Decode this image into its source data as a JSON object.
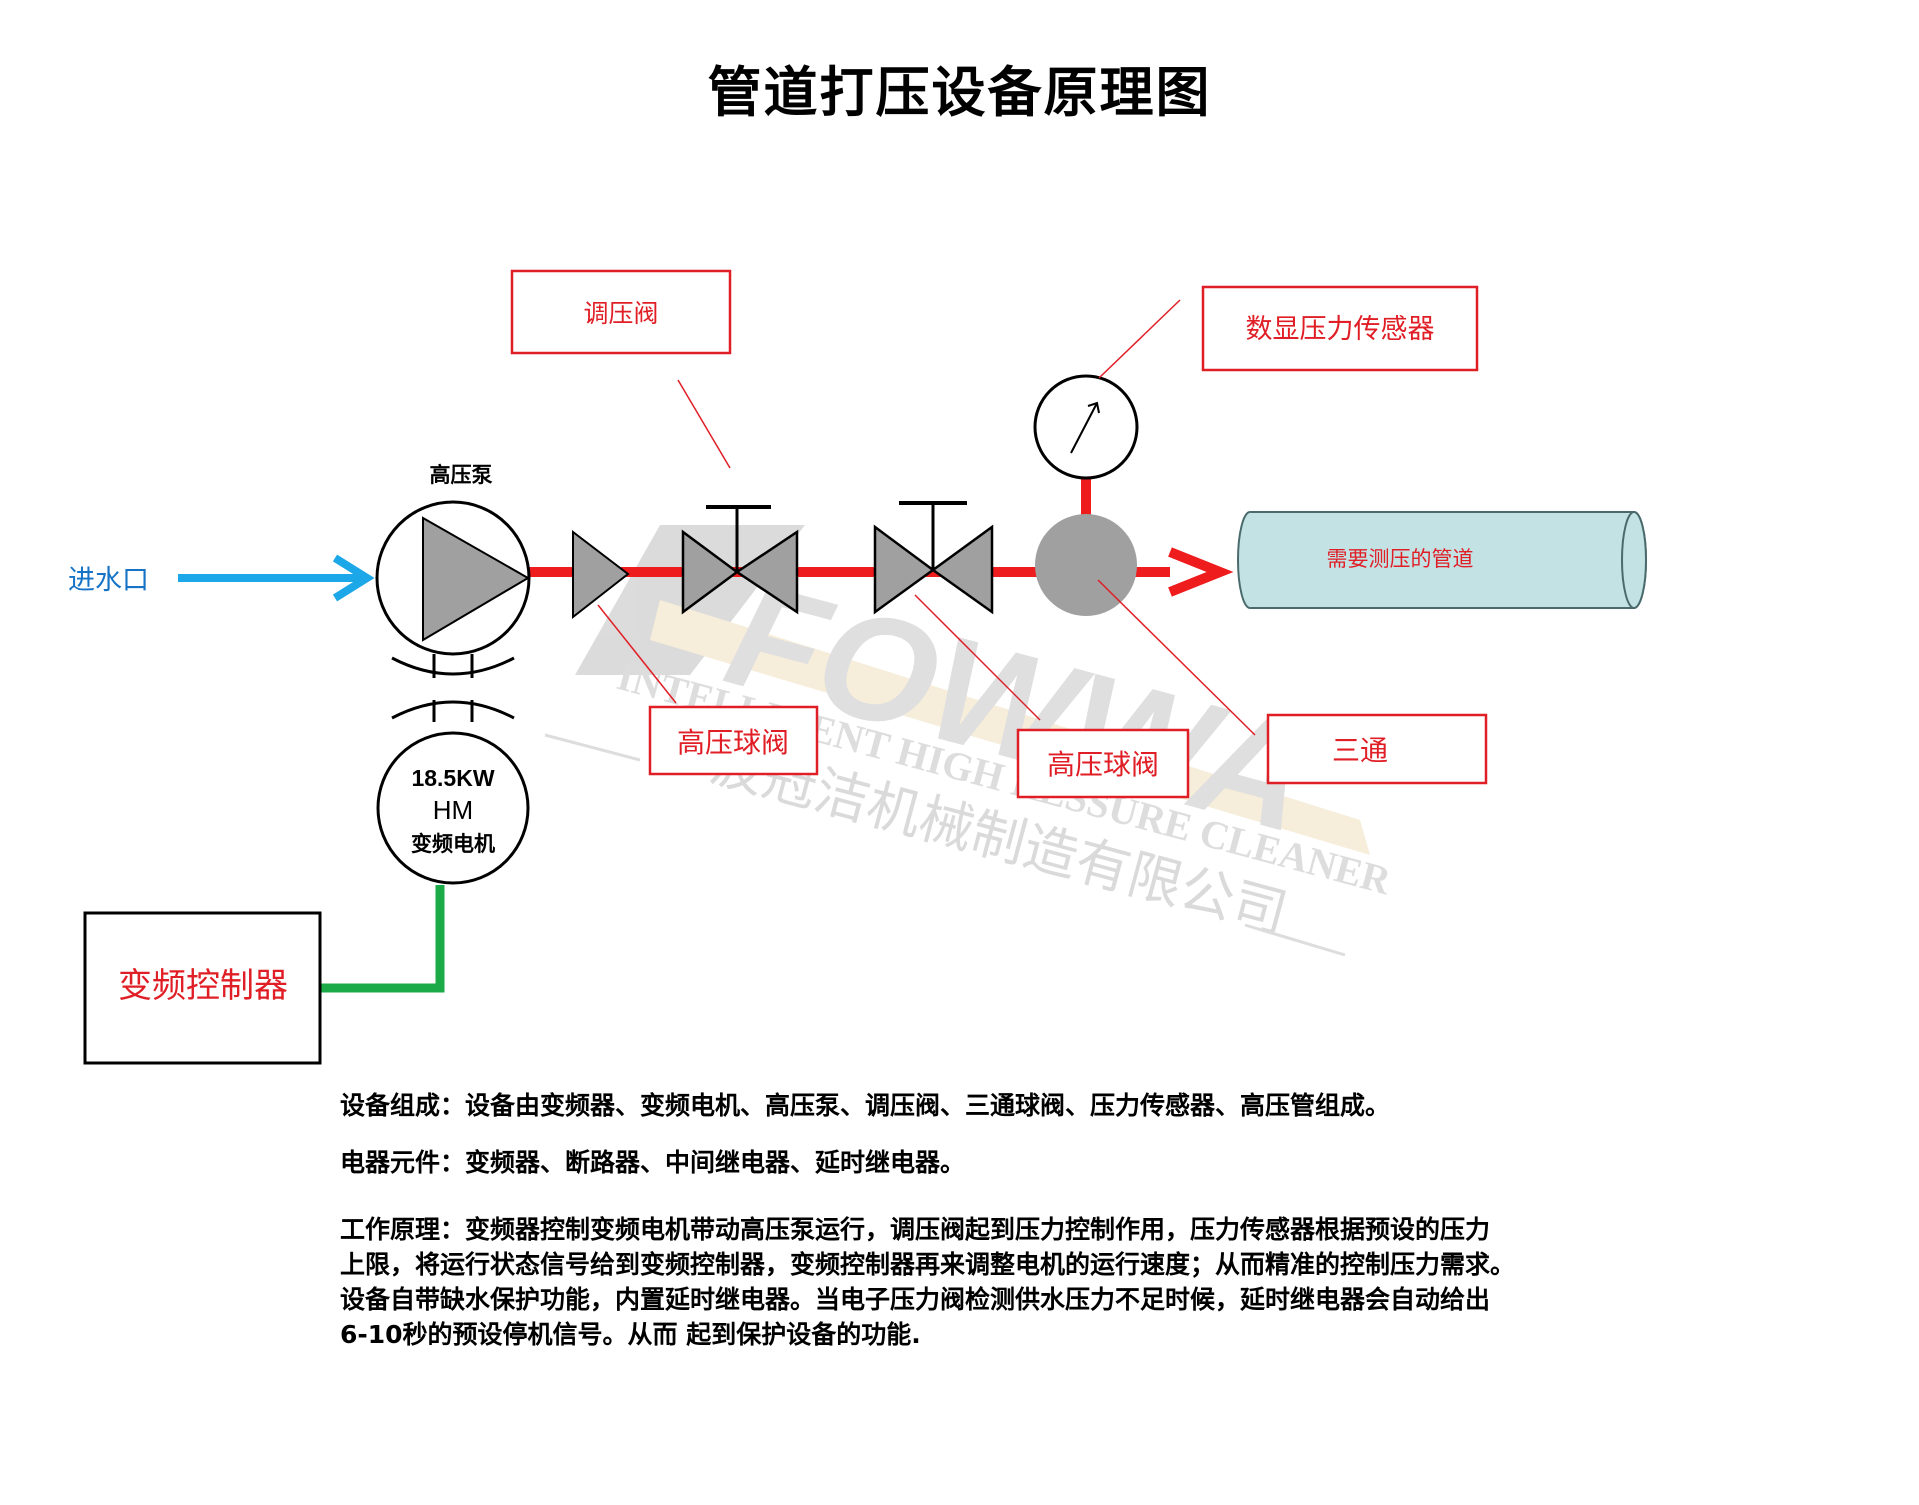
{
  "title": "管道打压设备原理图",
  "labels": {
    "inlet": "进水口",
    "pump": "高压泵",
    "pressure_regulator": "调压阀",
    "sensor": "数显压力传感器",
    "pipe": "需要测压的管道",
    "ball_valve_1": "高压球阀",
    "ball_valve_2": "高压球阀",
    "tee": "三通",
    "motor_power": "18.5KW",
    "motor_model": "HM",
    "motor_type": "变频电机",
    "controller": "变频控制器"
  },
  "watermark": {
    "brand": "FOWWA",
    "tagline": "INTELLIGENT HIGH RESSURE CLEANER",
    "company": "宁波冠洁机械制造有限公司"
  },
  "description": {
    "composition": "设备组成：设备由变频器、变频电机、高压泵、调压阀、三通球阀、压力传感器、高压管组成。",
    "electrical": "电器元件：变频器、断路器、中间继电器、延时继电器。",
    "principle_line1": "工作原理：变频器控制变频电机带动高压泵运行，调压阀起到压力控制作用，压力传感器根据预设的压力",
    "principle_line2": "上限，将运行状态信号给到变频控制器，变频控制器再来调整电机的运行速度；从而精准的控制压力需求。",
    "principle_line3": "设备自带缺水保护功能，内置延时继电器。当电子压力阀检测供水压力不足时候，延时继电器会自动给出",
    "principle_line4": "6-10秒的预设停机信号。从而 起到保护设备的功能."
  },
  "colors": {
    "inlet_flow": "#1ba7e8",
    "pipe_line": "#ee1c1c",
    "control_wire": "#1aaa48",
    "label_box": "#e01e26",
    "component_gray": "#a0a0a0",
    "pipe_fill": "#c3e2e4",
    "inlet_text": "#1673c5"
  }
}
